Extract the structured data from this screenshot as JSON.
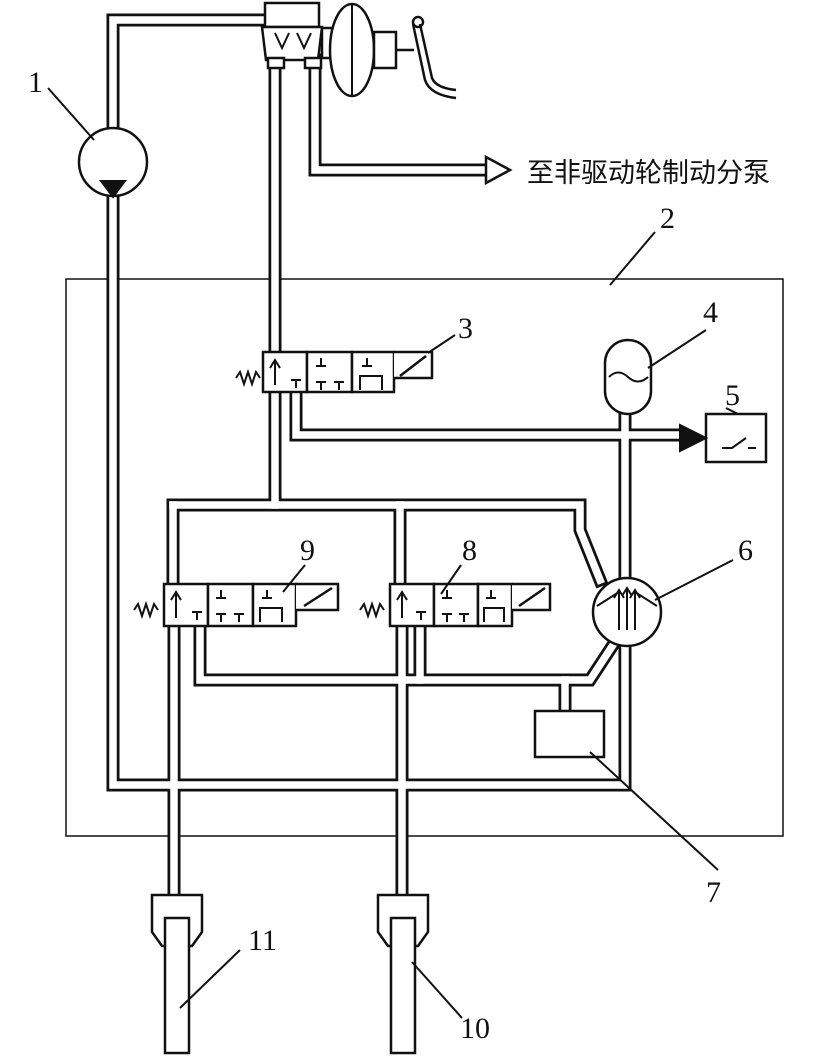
{
  "figure": {
    "note": "至非驱动轮制动分泵",
    "labels": [
      {
        "id": "1",
        "text": "1"
      },
      {
        "id": "2",
        "text": "2"
      },
      {
        "id": "3",
        "text": "3"
      },
      {
        "id": "4",
        "text": "4"
      },
      {
        "id": "5",
        "text": "5"
      },
      {
        "id": "6",
        "text": "6"
      },
      {
        "id": "7",
        "text": "7"
      },
      {
        "id": "8",
        "text": "8"
      },
      {
        "id": "9",
        "text": "9"
      },
      {
        "id": "10",
        "text": "10"
      },
      {
        "id": "11",
        "text": "11"
      }
    ]
  }
}
